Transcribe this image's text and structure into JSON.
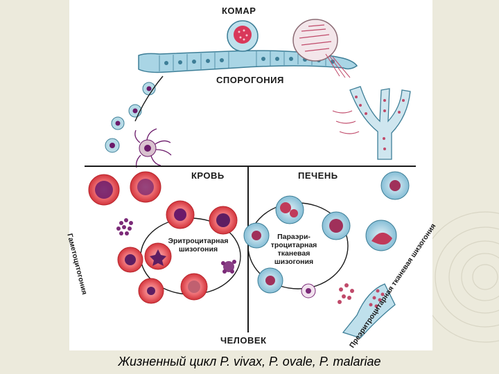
{
  "labels": {
    "mosquito": "КОМАР",
    "sporogony": "СПОРОГОНИЯ",
    "blood": "КРОВЬ",
    "liver": "ПЕЧЕНЬ",
    "human": "ЧЕЛОВЕК",
    "erythrocytic": "Эритроцитарная шизогония",
    "paraerythrocytic": "Парaэри-троцитарная тканевая шизогония",
    "gametocytogony": "Гаметоцитогония",
    "preerythrocytic": "Преэритроцитарная тканевая шизогония"
  },
  "caption": "Жизненный цикл P. vivax, P. ovale, P. malariae",
  "colors": {
    "rbc": "#e0484f",
    "parasite": "#6b1a6a",
    "hepatocyte": "#8fc3d8",
    "cycle_line": "#1a1a1a"
  }
}
